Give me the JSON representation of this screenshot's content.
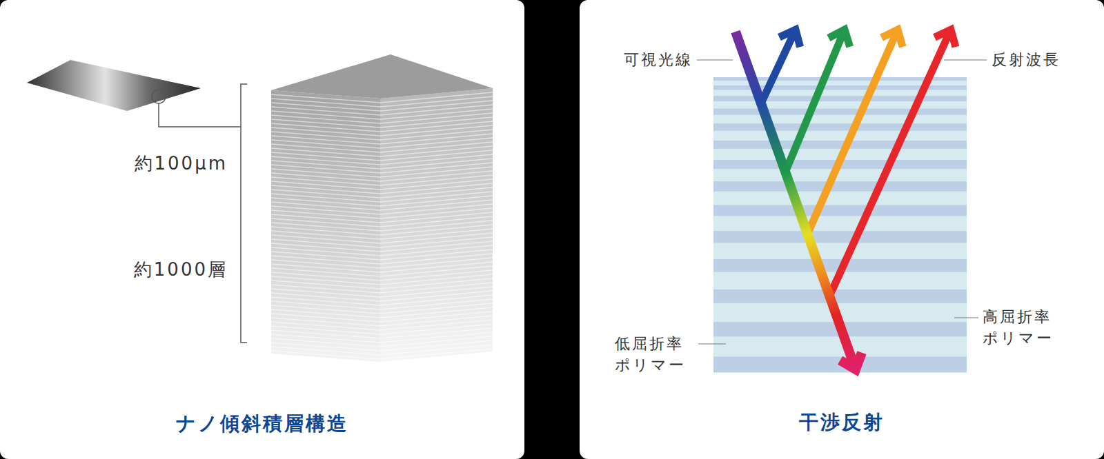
{
  "diagram": {
    "nodes": [
      {
        "text": [
          "ナノ傾斜積層構造"
        ]
      },
      {
        "text": [
          "干渉反射"
        ]
      }
    ],
    "labels": [
      "約100μm",
      "約1000層",
      "可視光線",
      "反射波長",
      "低屈折率 ポリマー",
      "高屈折率 ポリマー"
    ]
  }
}
